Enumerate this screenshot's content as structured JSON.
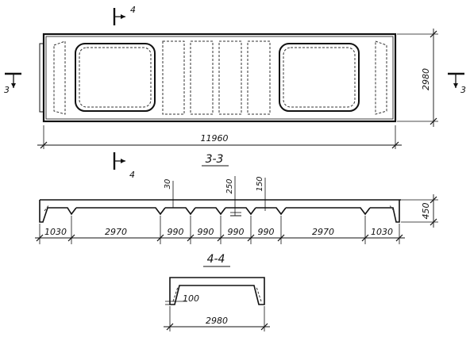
{
  "plan": {
    "length_dim": "11960",
    "height_dim": "2980",
    "section_mark_3": "3",
    "section_mark_4": "4"
  },
  "section_3_3": {
    "title": "3-3",
    "height_dim": "450",
    "spans": [
      "1030",
      "2970",
      "990",
      "990",
      "990",
      "990",
      "2970",
      "1030"
    ],
    "detail_30": "30",
    "detail_250": "250",
    "detail_150": "150"
  },
  "section_4_4": {
    "title": "4-4",
    "rib_dim": "100",
    "width_dim": "2980"
  }
}
